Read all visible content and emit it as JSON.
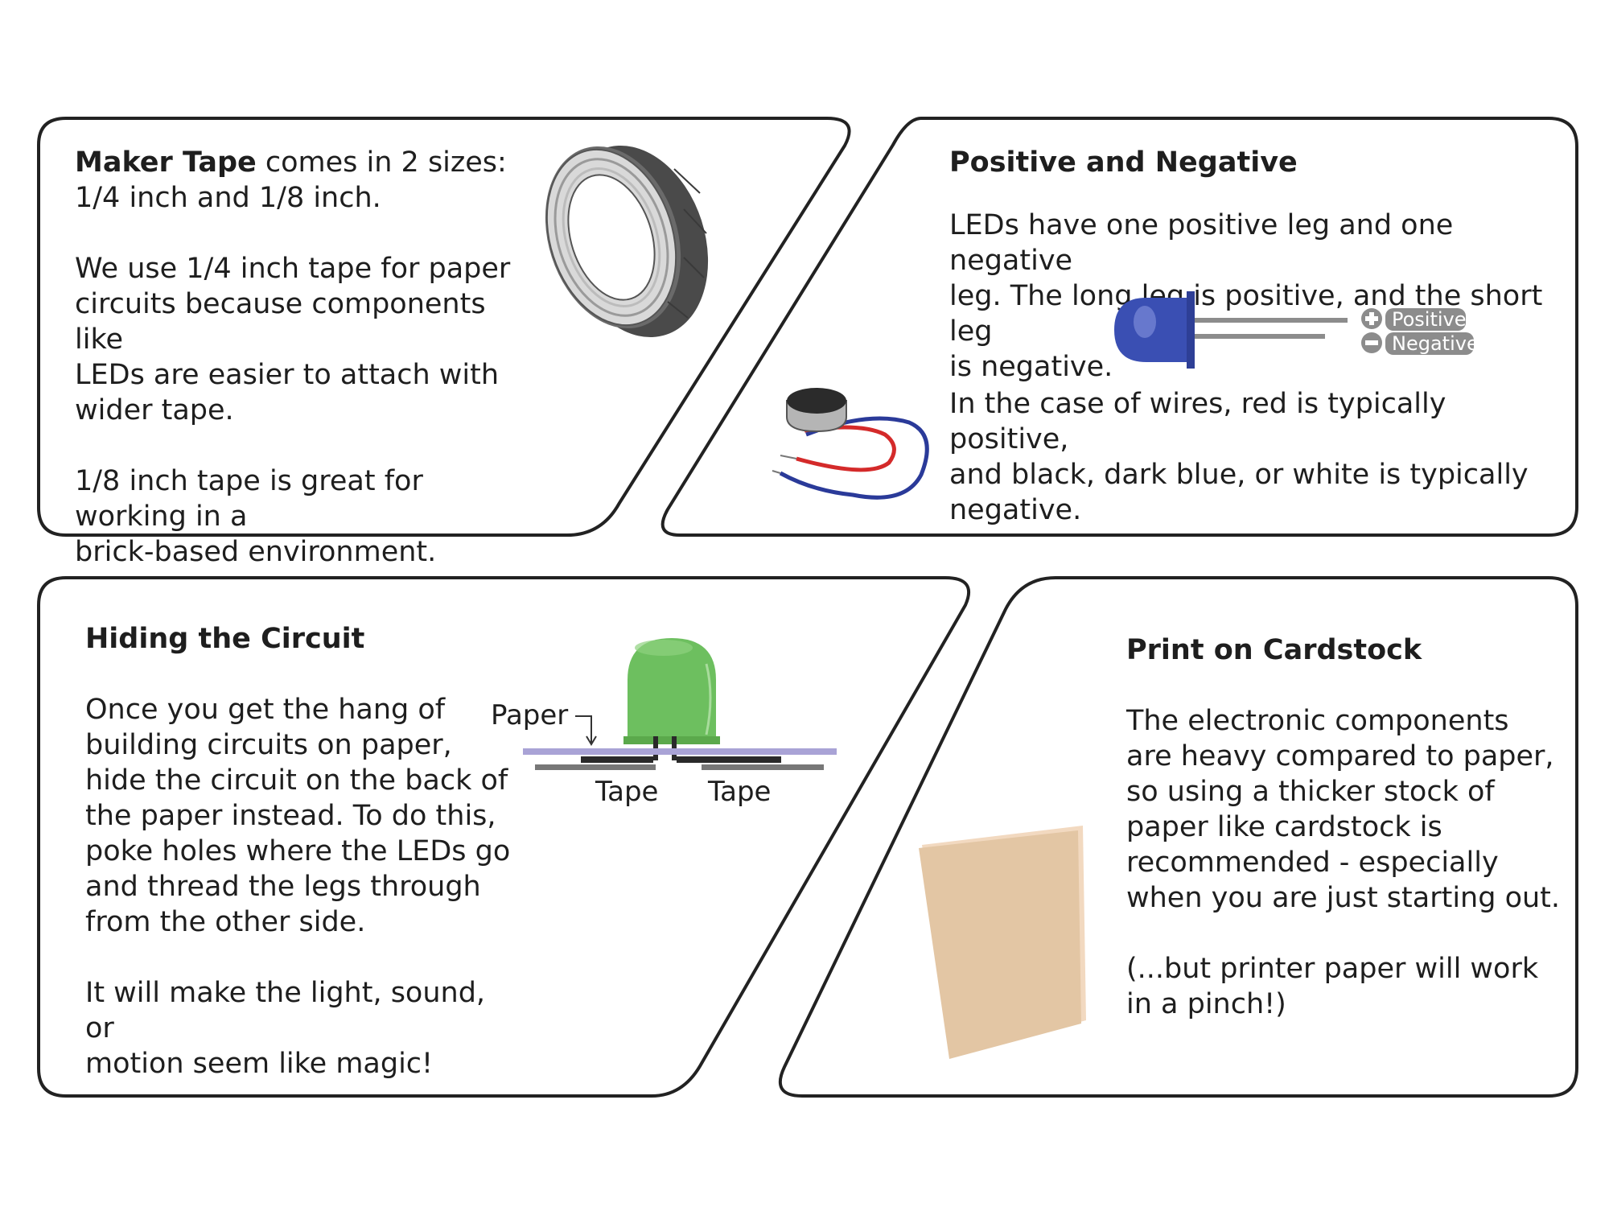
{
  "panels": {
    "maker_tape": {
      "title_bold": "Maker Tape",
      "title_rest": " comes in 2 sizes:",
      "line2": "1/4 inch and 1/8 inch.",
      "para2": [
        "We use 1/4 inch tape for paper",
        "circuits because components like",
        "LEDs are easier to attach with",
        "wider tape."
      ],
      "para3": [
        "1/8 inch tape is great for working in a",
        "brick-based environment."
      ]
    },
    "positive_negative": {
      "heading": "Positive and Negative",
      "para1": [
        "LEDs have one positive leg and one negative",
        "leg. The long leg is positive, and the short leg",
        "is negative."
      ],
      "para2": [
        "In the case of wires, red is typically positive,",
        "and black, dark blue, or white is typically",
        "negative."
      ],
      "led_labels": {
        "positive": "Positive",
        "negative": "Negative"
      }
    },
    "hiding_circuit": {
      "heading": "Hiding the Circuit",
      "para1": [
        "Once you get the hang of",
        "building circuits on paper,",
        "hide the circuit on the back of",
        "the paper instead. To do this,",
        "poke holes where the LEDs go",
        "and thread the legs through",
        "from the other side."
      ],
      "para2": [
        "It will make the light, sound, or",
        "motion seem like magic!"
      ],
      "diagram": {
        "paper_label": "Paper",
        "tape_left": "Tape",
        "tape_right": "Tape"
      }
    },
    "cardstock": {
      "heading": "Print on Cardstock",
      "para1": [
        "The electronic components",
        "are heavy compared to paper,",
        "so using a thicker stock of",
        "paper like cardstock is",
        "recommended - especially",
        "when you are just starting out."
      ],
      "para2": [
        "(...but printer paper will work",
        "in a pinch!)"
      ]
    }
  },
  "colors": {
    "frame_stroke": "#222222",
    "text": "#1e1e1e",
    "led_blue": "#3a4fb3",
    "led_green": "#6dbf5f",
    "wire_red": "#d42a2a",
    "wire_blue": "#2a3a99",
    "paper_purple": "#a9a3d6",
    "cardstock": "#e3c6a4"
  },
  "icons": [
    "tape-roll-icon",
    "led-icon",
    "plus-icon",
    "minus-icon",
    "buzzer-motor-icon",
    "cardstock-sheet-icon"
  ]
}
